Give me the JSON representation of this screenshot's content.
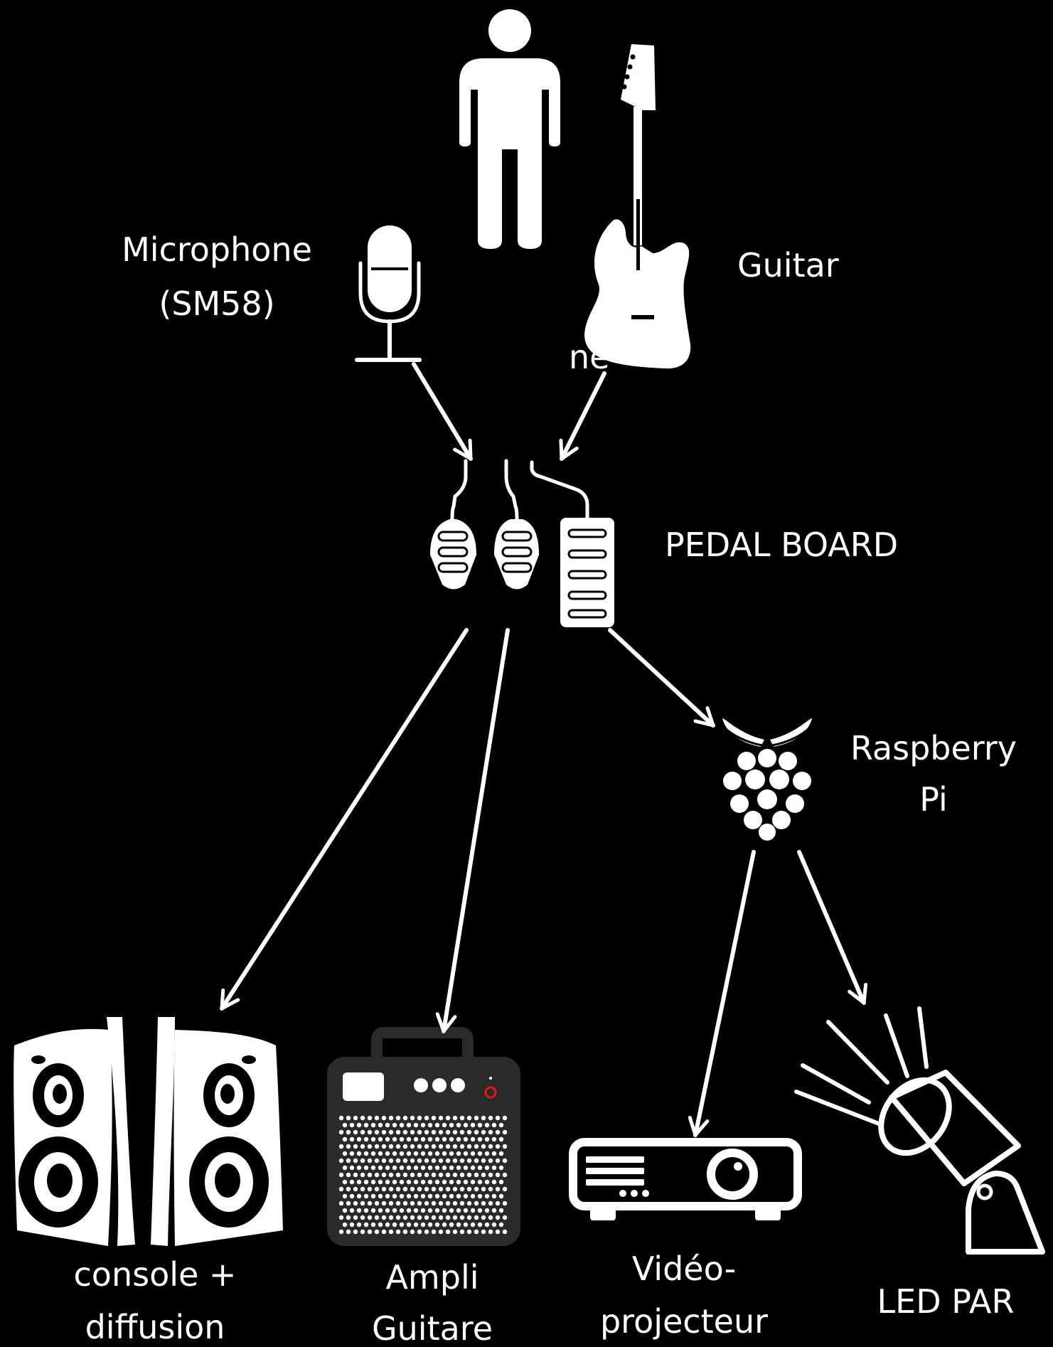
{
  "labels": {
    "microphone_line1": "Microphone",
    "microphone_line2": "(SM58)",
    "guitar": "Guitar",
    "pedal_board": "PEDAL BOARD",
    "raspberry_line1": "Raspberry",
    "raspberry_line2": "Pi",
    "console_line1": "console +",
    "console_line2": "diffusion",
    "ampli_line1": "Ampli",
    "ampli_line2": "Guitare",
    "video_line1": "Vidéo-",
    "video_line2": "projecteur",
    "led_par": "LED PAR",
    "hidden_fragment": "ne"
  },
  "colors": {
    "background": "#000000",
    "foreground": "#ffffff",
    "amp_body": "#2a2a2a",
    "amp_knob": "#e01818"
  },
  "icons": [
    "person-icon",
    "guitar-icon",
    "microphone-icon",
    "pedal-icon",
    "footswitch-icon",
    "raspberry-pi-icon",
    "speakers-icon",
    "amplifier-icon",
    "projector-icon",
    "spotlight-icon"
  ]
}
